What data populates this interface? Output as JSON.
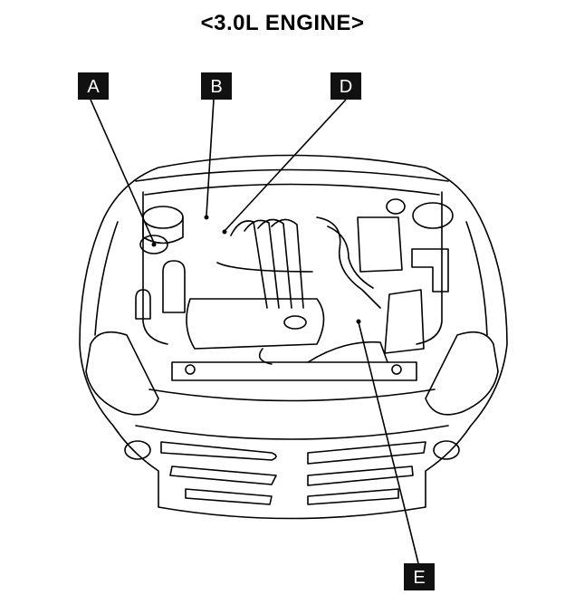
{
  "title": "<3.0L ENGINE>",
  "labels": {
    "a": "A",
    "b": "B",
    "d": "D",
    "e": "E"
  },
  "colors": {
    "ink": "#000000",
    "label_bg": "#111111",
    "label_text": "#ffffff"
  }
}
